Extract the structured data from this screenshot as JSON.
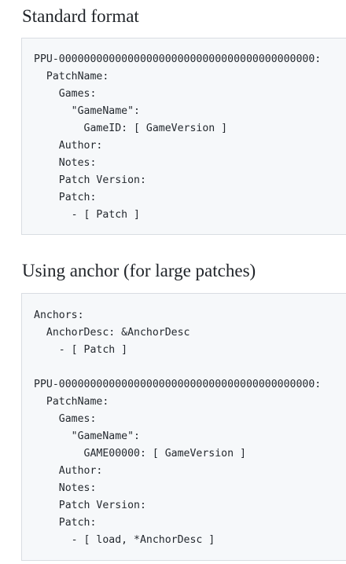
{
  "sections": [
    {
      "title": "Standard format",
      "lines": [
        "PPU-00000000000000000000000000000000000000000:",
        "  PatchName:",
        "    Games:",
        "      \"GameName\":",
        "        GameID: [ GameVersion ]",
        "    Author:",
        "    Notes:",
        "    Patch Version:",
        "    Patch:",
        "      - [ Patch ]"
      ]
    },
    {
      "title": "Using anchor (for large patches)",
      "lines": [
        "Anchors:",
        "  AnchorDesc: &AnchorDesc",
        "    - [ Patch ]",
        "",
        "PPU-00000000000000000000000000000000000000000:",
        "  PatchName:",
        "    Games:",
        "      \"GameName\":",
        "        GAME00000: [ GameVersion ]",
        "    Author:",
        "    Notes:",
        "    Patch Version:",
        "    Patch:",
        "      - [ load, *AnchorDesc ]"
      ]
    }
  ]
}
